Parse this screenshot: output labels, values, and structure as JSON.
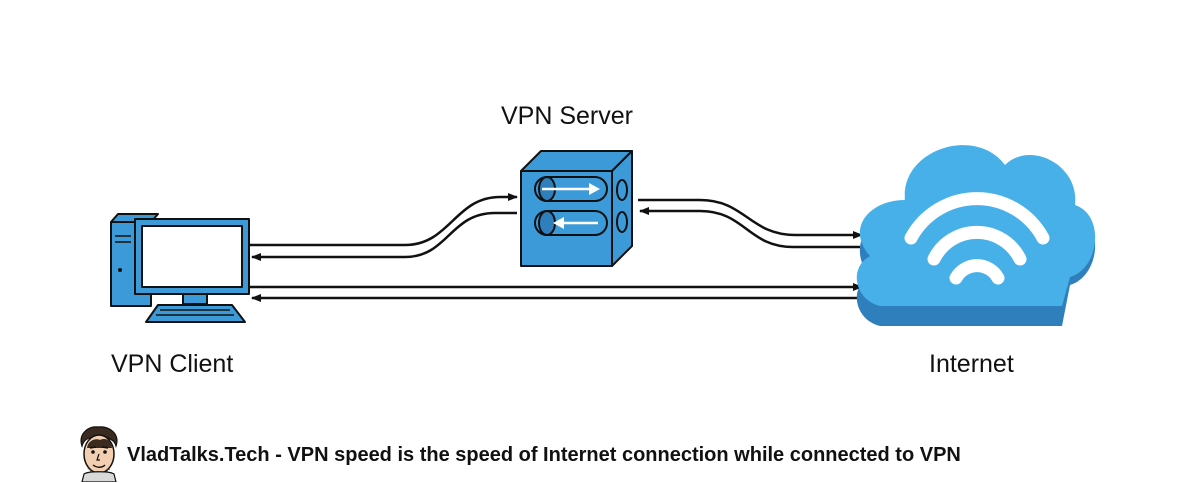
{
  "diagram": {
    "nodes": {
      "server": {
        "label": "VPN Server",
        "icon": "server-icon"
      },
      "client": {
        "label": "VPN Client",
        "icon": "desktop-computer-icon"
      },
      "internet": {
        "label": "Internet",
        "icon": "wifi-cloud-icon"
      }
    },
    "connections": [
      {
        "from": "client",
        "to": "server",
        "style": "double-line-arrow"
      },
      {
        "from": "server",
        "to": "internet",
        "style": "double-line-arrow"
      },
      {
        "from": "client",
        "to": "internet",
        "style": "double-line-arrow"
      }
    ],
    "colors": {
      "blue": "#3c9ad8",
      "cloud": "#47b0e9",
      "cloud_shadow": "#2f7fbc",
      "line": "#111111"
    }
  },
  "caption": {
    "text": "VladTalks.Tech - VPN speed is the speed of Internet connection while connected to VPN",
    "avatar_icon": "author-avatar-icon"
  }
}
